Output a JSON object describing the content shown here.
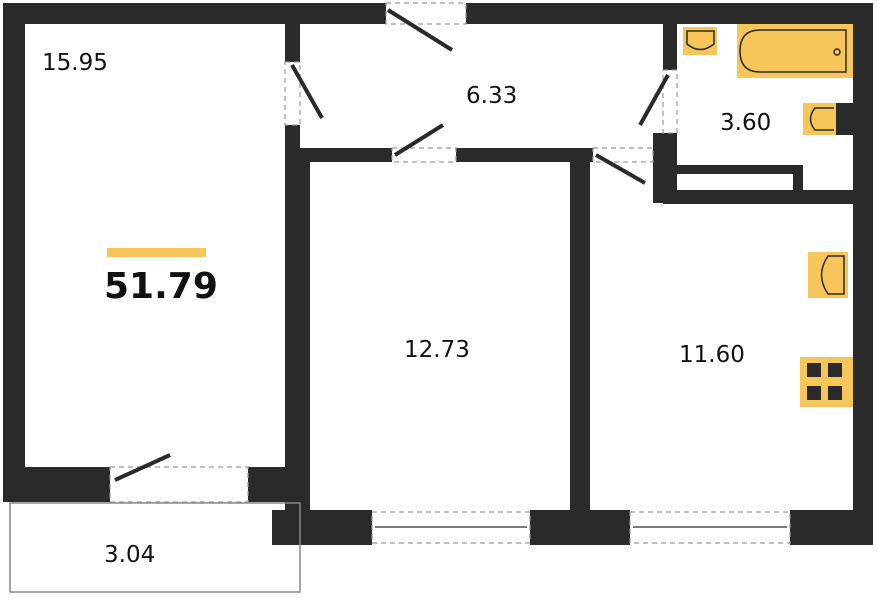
{
  "plan": {
    "total_area": "51.79",
    "rooms": {
      "living_room": "15.95",
      "hallway": "6.33",
      "bathroom": "3.60",
      "bedroom": "12.73",
      "kitchen": "11.60",
      "balcony": "3.04"
    },
    "colors": {
      "wall": "#2a2a2a",
      "fixture": "#f6c65b",
      "accent_bar": "#f6c65b",
      "dash": "#999999"
    }
  }
}
